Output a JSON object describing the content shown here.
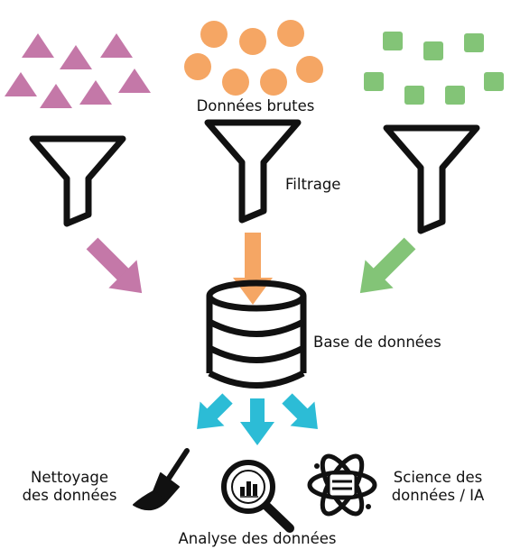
{
  "labels": {
    "raw_data": "Données brutes",
    "filtering": "Filtrage",
    "database": "Base de données",
    "cleaning_line1": "Nettoyage",
    "cleaning_line2": "des données",
    "analysis": "Analyse des données",
    "science_line1": "Science des",
    "science_line2": "données / IA"
  },
  "icons": {
    "triangles": "pink-triangle-icon",
    "circles": "orange-circle-icon",
    "squares": "green-square-icon",
    "funnel": "funnel-icon",
    "database": "database-icon",
    "broom": "broom-icon",
    "magnifier": "magnifier-chart-icon",
    "atom": "atom-icon"
  },
  "colors": {
    "pink": "#C478A8",
    "orange": "#F5A664",
    "green": "#83C477",
    "cyan": "#2CBCD6",
    "stroke": "#111111"
  }
}
